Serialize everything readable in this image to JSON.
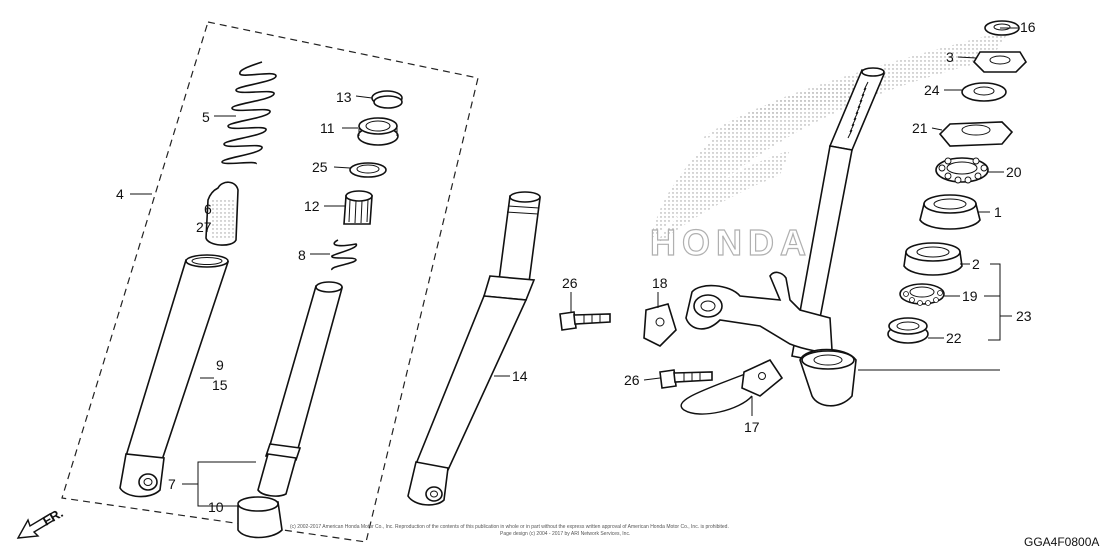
{
  "diagram": {
    "direction_label": "FR.",
    "code": "GGA4F0800A",
    "copyright_line1": "(c) 2002-2017 American Honda Motor Co., Inc. Reproduction of the contents of this publication in whole or in part without the express written approval of American Honda Motor Co., Inc. is prohibited.",
    "copyright_line2": "Page design (c) 2004 - 2017 by ARI Network Services, Inc.",
    "watermark": "HONDA",
    "callouts": {
      "c1": "1",
      "c2": "2",
      "c3": "3",
      "c4": "4",
      "c5": "5",
      "c6": "6",
      "c7": "7",
      "c8": "8",
      "c9": "9",
      "c10": "10",
      "c11": "11",
      "c12": "12",
      "c13": "13",
      "c14": "14",
      "c15": "15",
      "c16": "16",
      "c17": "17",
      "c18": "18",
      "c19": "19",
      "c20": "20",
      "c21": "21",
      "c22": "22",
      "c23": "23",
      "c24": "24",
      "c25": "25",
      "c26a": "26",
      "c26b": "26",
      "c27": "27"
    }
  }
}
